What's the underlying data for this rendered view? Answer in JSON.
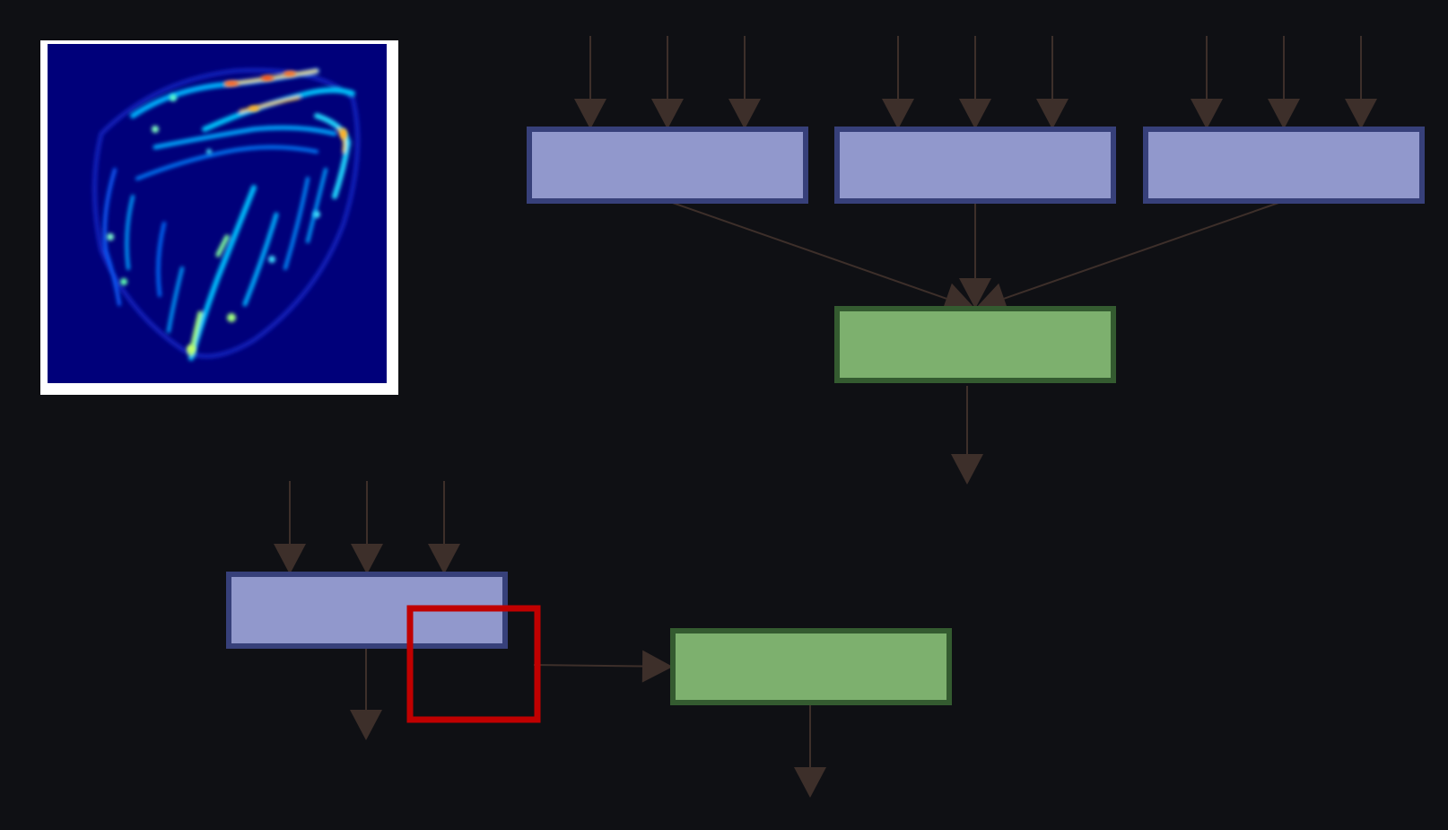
{
  "colors": {
    "background": "#0f1014",
    "arrow": "#3d2f2a",
    "blue_fill": "#9198cc",
    "blue_border": "#37407a",
    "green_fill": "#7db06e",
    "green_border": "#345b30",
    "highlight": "#c00000",
    "heatmap_bg": "#00007a"
  },
  "icons": {
    "heatmap": "heatmap-thumbnail-icon"
  },
  "diagram": {
    "nodes": [
      {
        "id": "node-top-1",
        "kind": "blue",
        "label": ""
      },
      {
        "id": "node-top-2",
        "kind": "blue",
        "label": ""
      },
      {
        "id": "node-top-3",
        "kind": "blue",
        "label": ""
      },
      {
        "id": "node-merge",
        "kind": "green",
        "label": ""
      },
      {
        "id": "node-bottom-left",
        "kind": "blue",
        "label": ""
      },
      {
        "id": "node-bottom-right",
        "kind": "green",
        "label": ""
      }
    ],
    "edges": [
      {
        "from": "node-top-1",
        "to": "node-merge"
      },
      {
        "from": "node-top-2",
        "to": "node-merge"
      },
      {
        "from": "node-top-3",
        "to": "node-merge"
      },
      {
        "from": "node-bottom-left",
        "to": "node-bottom-right"
      }
    ],
    "highlight": {
      "target": "node-bottom-left"
    }
  }
}
